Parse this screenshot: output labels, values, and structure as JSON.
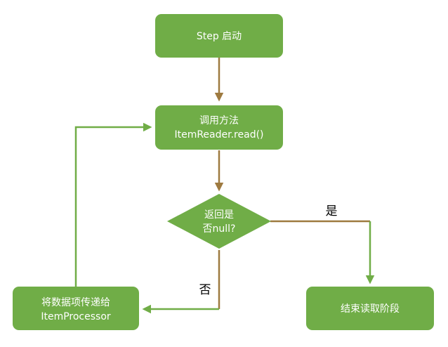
{
  "nodes": {
    "start": {
      "label": "Step 启动"
    },
    "call_read": {
      "line1": "调用方法",
      "line2": "ItemReader.read()"
    },
    "decision": {
      "line1": "返回是",
      "line2": "否null?"
    },
    "process": {
      "line1": "将数据项传递给",
      "line2": "ItemProcessor"
    },
    "end": {
      "label": "结束读取阶段"
    }
  },
  "edges": {
    "yes_label": "是",
    "no_label": "否"
  },
  "colors": {
    "node_fill": "#70ad47",
    "arrow_green": "#70ad47",
    "arrow_brown": "#9e7a40",
    "text_on_node": "#ffffff"
  }
}
